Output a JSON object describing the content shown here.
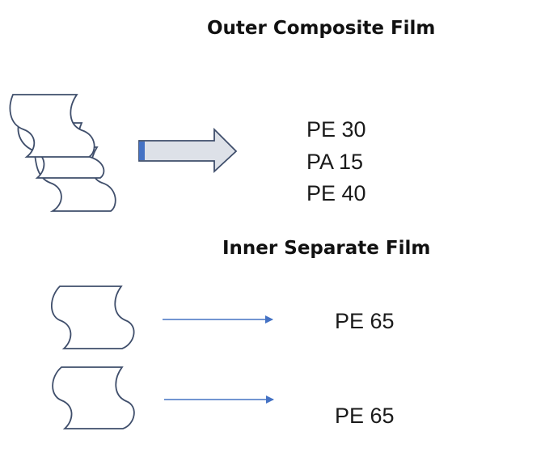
{
  "outer": {
    "title": "Outer Composite Film",
    "layers": [
      "PE 30",
      "PA 15",
      "PE 40"
    ]
  },
  "inner": {
    "title": "Inner Separate Film",
    "films": [
      "PE 65",
      "PE 65"
    ]
  },
  "colors": {
    "outline": "#3f4e6b",
    "arrow_fill": "#dde1e8",
    "arrow_accent": "#4472c4"
  },
  "icons": [
    "stacked-film-rolls-icon",
    "block-arrow-icon",
    "film-roll-icon",
    "thin-arrow-icon"
  ]
}
